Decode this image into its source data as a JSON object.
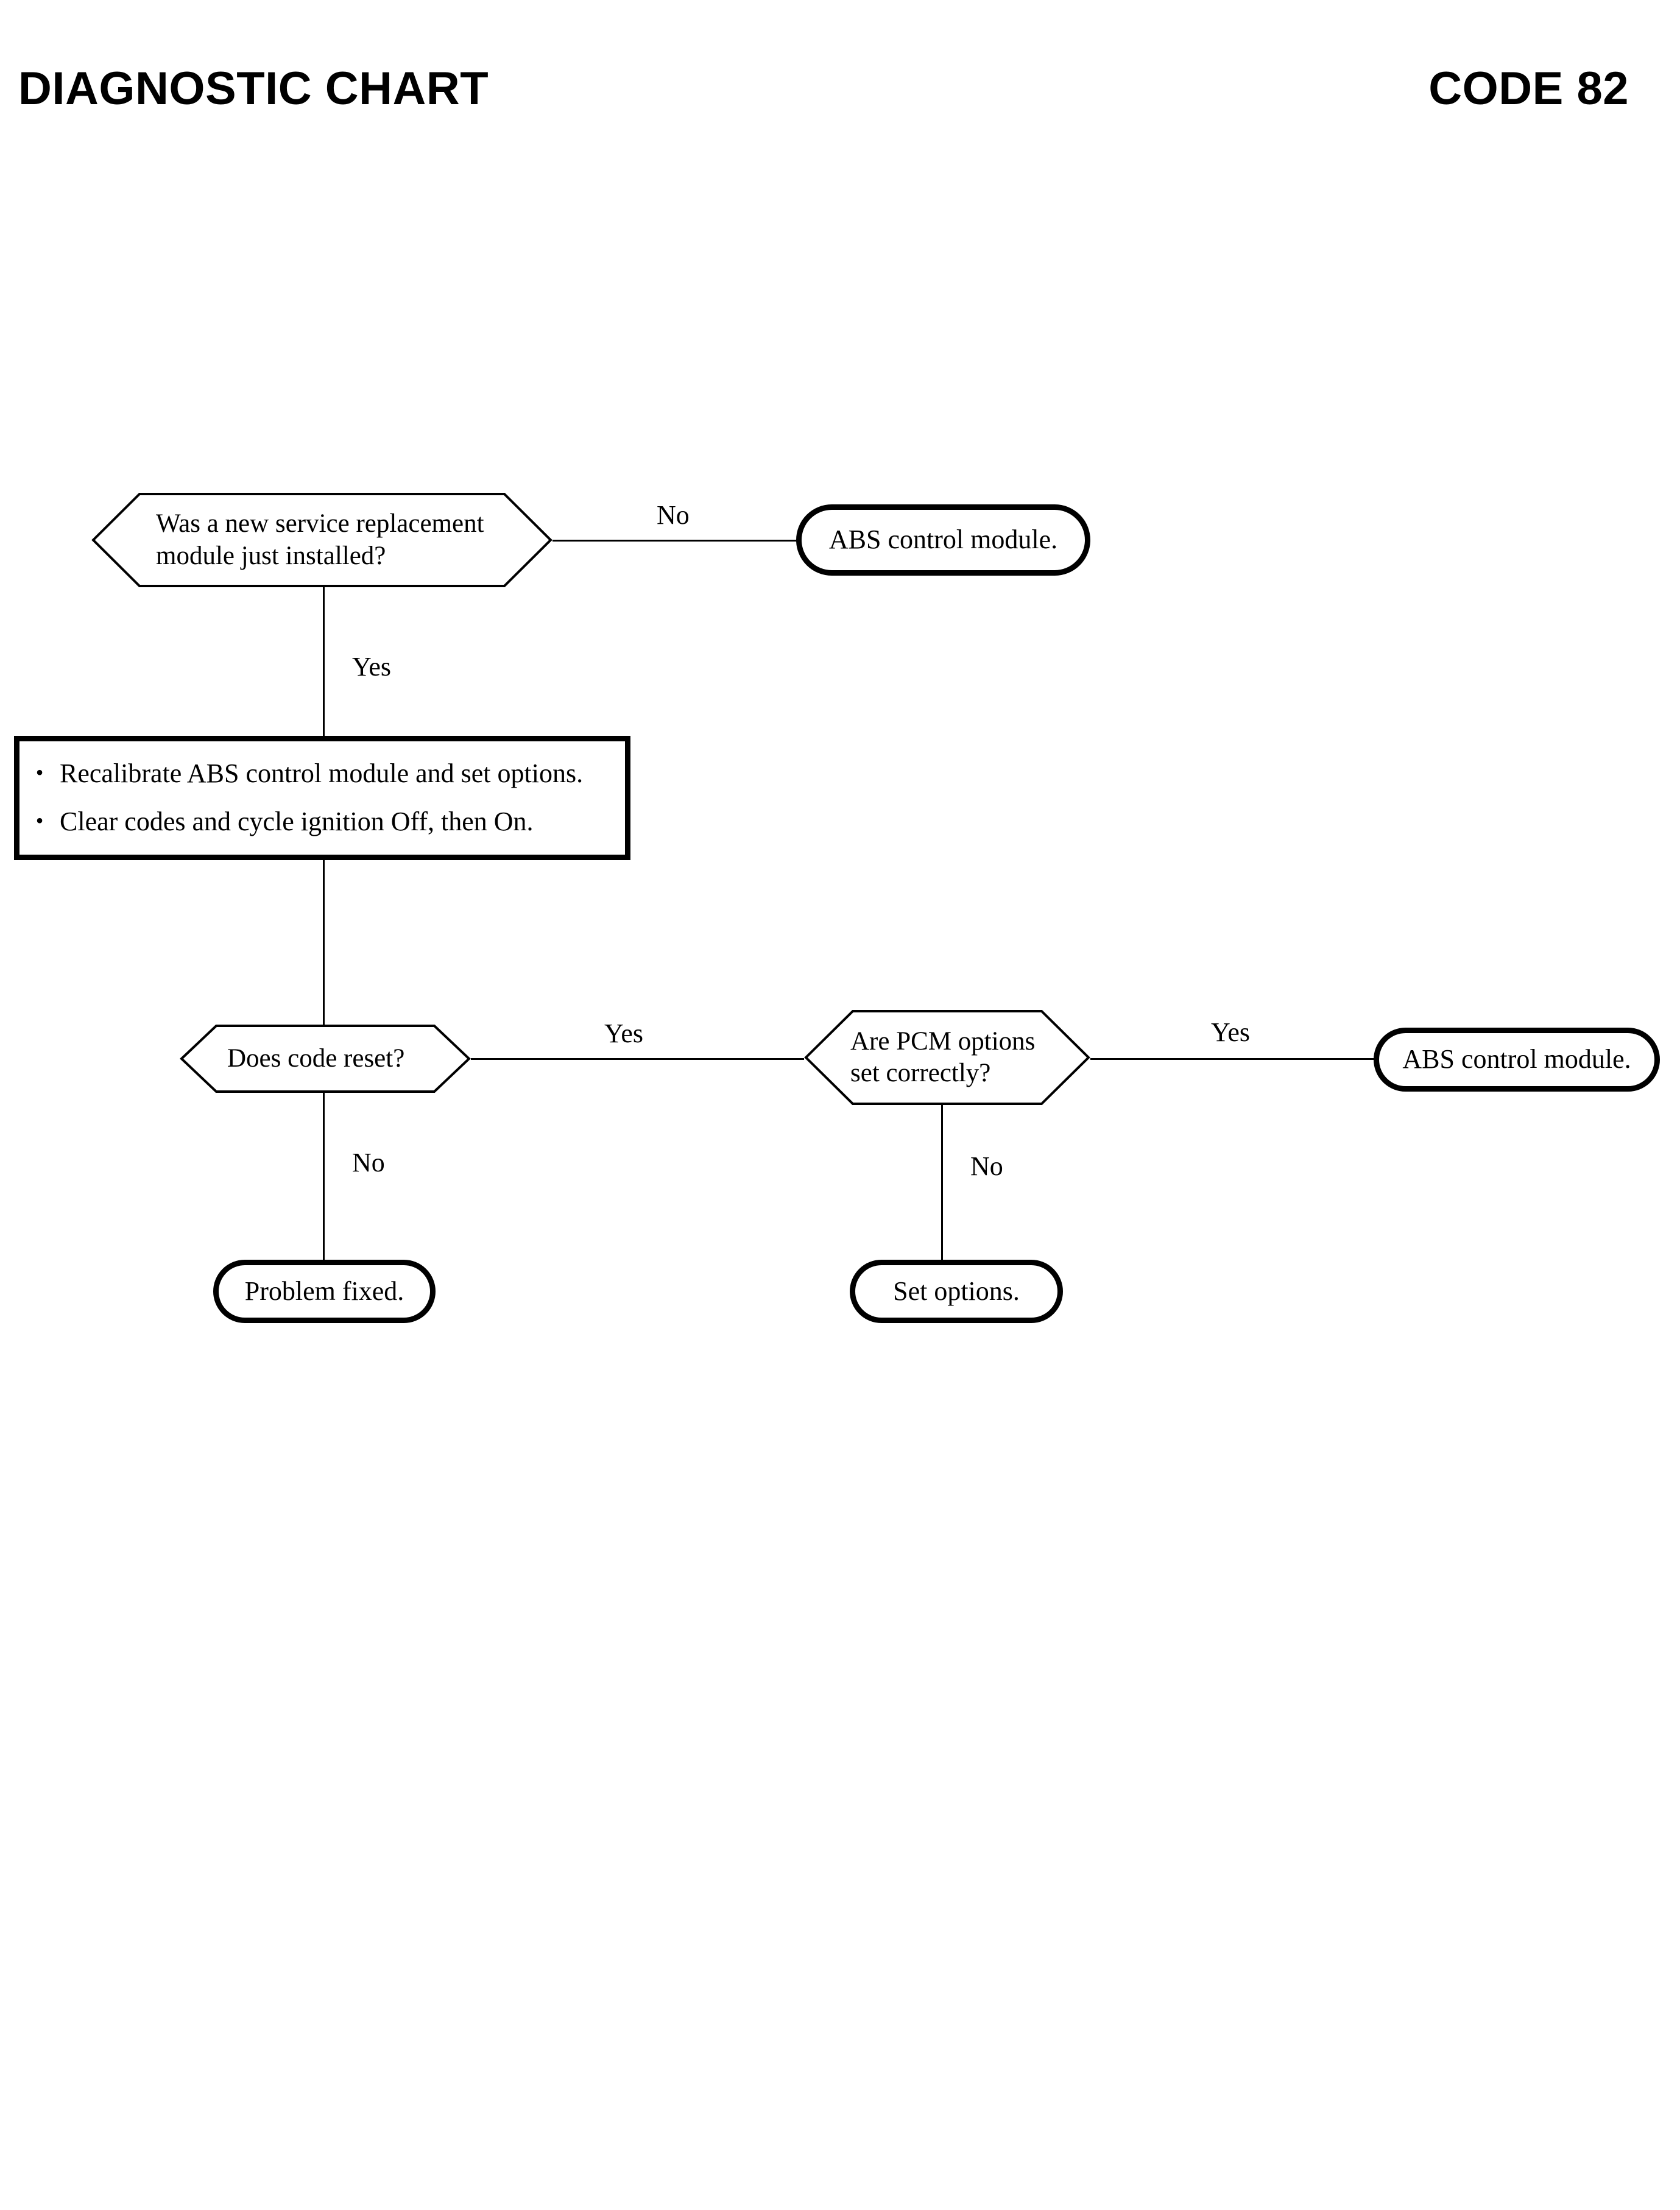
{
  "header": {
    "title": "DIAGNOSTIC CHART",
    "code": "CODE 82"
  },
  "chart_data": {
    "type": "flowchart",
    "title": "DIAGNOSTIC CHART",
    "code": "CODE 82",
    "nodes": [
      {
        "id": "q1",
        "shape": "decision",
        "text": "Was a new service replacement module just installed?"
      },
      {
        "id": "t1",
        "shape": "terminal",
        "text": "ABS control module."
      },
      {
        "id": "p1",
        "shape": "process",
        "bullets": [
          "Recalibrate ABS control module and set options.",
          "Clear codes and cycle ignition Off, then On."
        ]
      },
      {
        "id": "q2",
        "shape": "decision",
        "text": "Does code reset?"
      },
      {
        "id": "q3",
        "shape": "decision",
        "text": "Are PCM options set correctly?"
      },
      {
        "id": "t2",
        "shape": "terminal",
        "text": "ABS control module."
      },
      {
        "id": "t3",
        "shape": "terminal",
        "text": "Problem fixed."
      },
      {
        "id": "t4",
        "shape": "terminal",
        "text": "Set options."
      }
    ],
    "edges": [
      {
        "from": "q1",
        "to": "t1",
        "label": "No"
      },
      {
        "from": "q1",
        "to": "p1",
        "label": "Yes"
      },
      {
        "from": "p1",
        "to": "q2",
        "label": ""
      },
      {
        "from": "q2",
        "to": "q3",
        "label": "Yes"
      },
      {
        "from": "q2",
        "to": "t3",
        "label": "No"
      },
      {
        "from": "q3",
        "to": "t2",
        "label": "Yes"
      },
      {
        "from": "q3",
        "to": "t4",
        "label": "No"
      }
    ]
  },
  "nodes": {
    "q1": {
      "line1": "Was a new service replacement",
      "line2": "module just installed?"
    },
    "t1": {
      "text": "ABS control module."
    },
    "p1": {
      "bullet1": "Recalibrate ABS control module and set options.",
      "bullet2": "Clear codes and cycle ignition Off, then On.",
      "marker": "•"
    },
    "q2": {
      "line1": "Does code reset?"
    },
    "q3": {
      "line1": "Are PCM options",
      "line2": "set correctly?"
    },
    "t2": {
      "text": "ABS control module."
    },
    "t3": {
      "text": "Problem fixed."
    },
    "t4": {
      "text": "Set options."
    }
  },
  "labels": {
    "q1_no": "No",
    "q1_yes": "Yes",
    "q2_yes": "Yes",
    "q2_no": "No",
    "q3_yes": "Yes",
    "q3_no": "No"
  },
  "colors": {
    "ink": "#000000",
    "paper": "#ffffff"
  }
}
